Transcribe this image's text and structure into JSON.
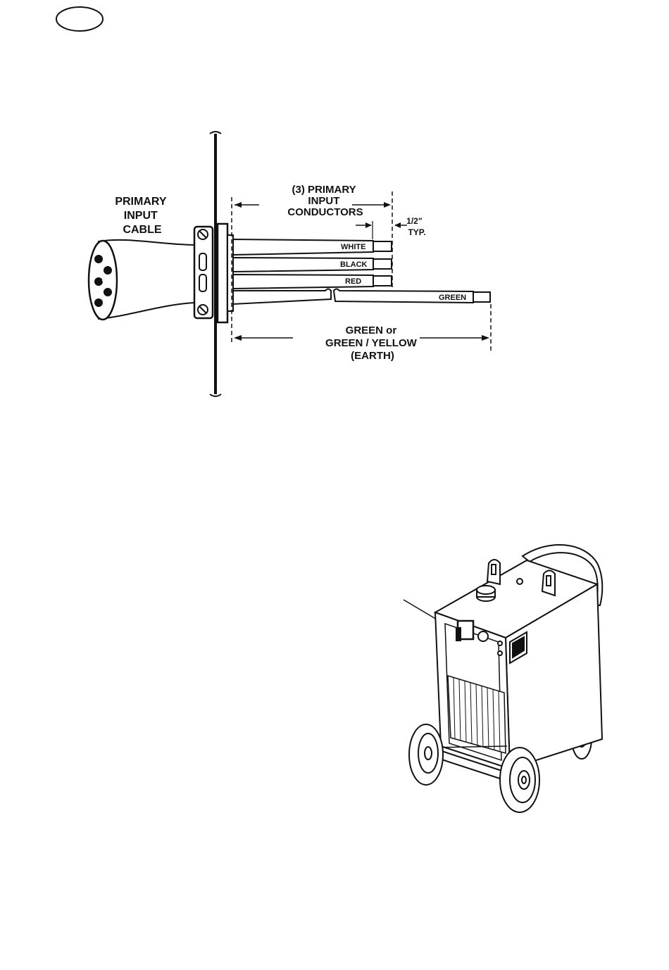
{
  "corner_marker": {
    "shape": "oval"
  },
  "cable_diagram": {
    "cable_label": [
      "PRIMARY",
      "INPUT",
      "CABLE"
    ],
    "conductors_label": [
      "(3) PRIMARY",
      "INPUT",
      "CONDUCTORS"
    ],
    "strip_label": [
      "1/2\"",
      "TYP."
    ],
    "earth_label": [
      "GREEN or",
      "GREEN / YELLOW",
      "(EARTH)"
    ],
    "wires": {
      "white": "WHITE",
      "black": "BLACK",
      "red": "RED",
      "green": "GREEN"
    }
  },
  "machine_illustration": {
    "subject": "welding-power-source-on-wheels",
    "callout": "leader-line-to-input-cable-access"
  },
  "colors": {
    "ink": "#111111",
    "paper": "#ffffff"
  }
}
